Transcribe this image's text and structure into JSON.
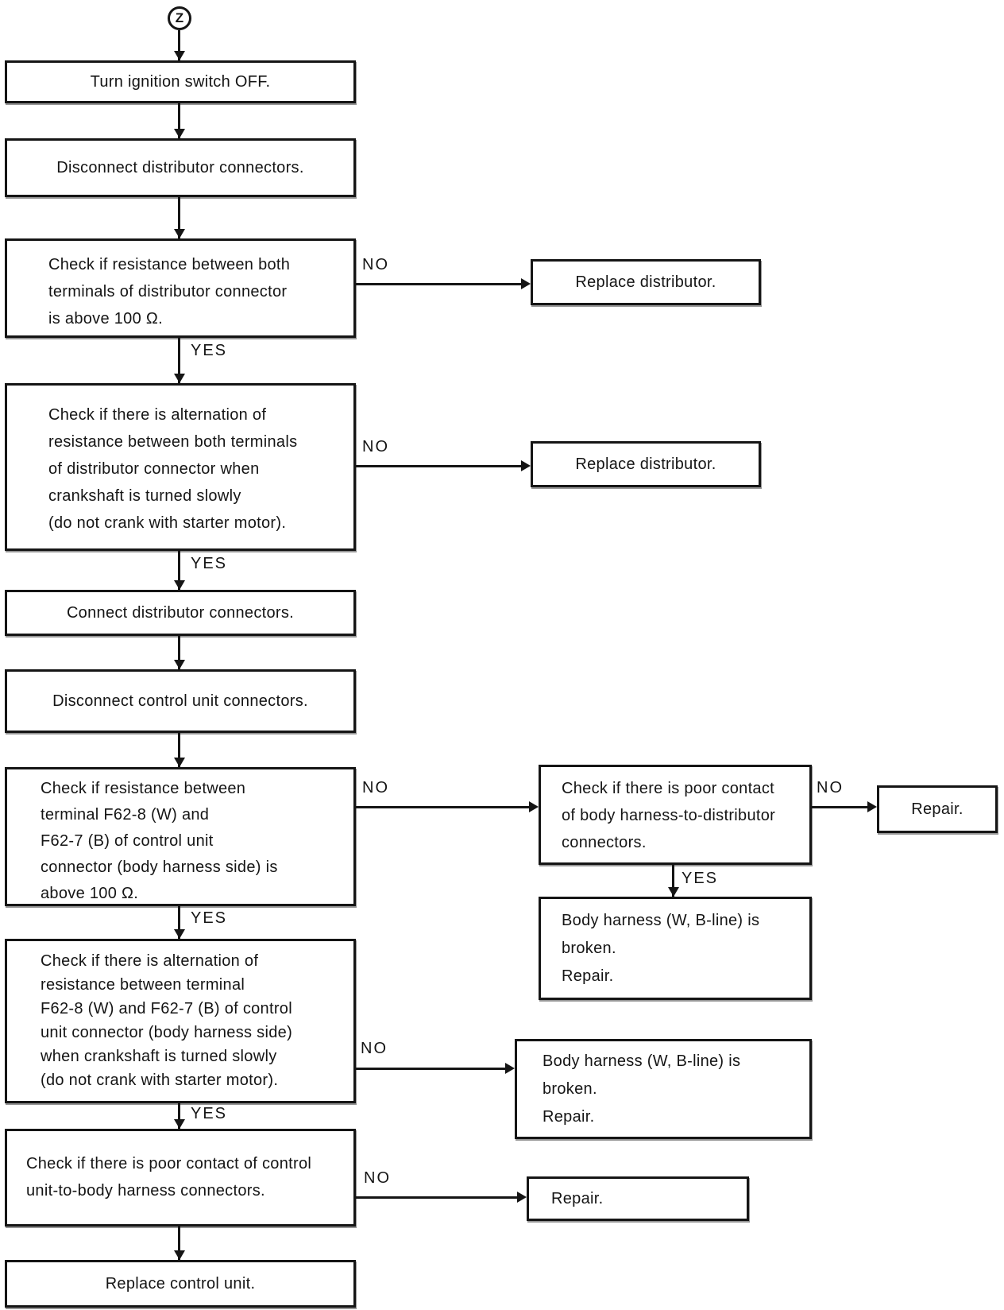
{
  "colors": {
    "ink": "#151515",
    "background": "#ffffff"
  },
  "diagram": {
    "connector": "Z",
    "labels": {
      "yes": "YES",
      "no": "NO"
    },
    "nodes": {
      "turn_ignition": "Turn ignition switch OFF.",
      "disconnect_distributor": "Disconnect distributor connectors.",
      "check_resistance_distributor": "Check if resistance between both\nterminals of distributor connector\nis above 100 Ω.",
      "replace_distributor_1": "Replace distributor.",
      "check_alternation_distributor": "Check if there is alternation of\nresistance between both terminals\nof distributor connector when\ncrankshaft is turned slowly\n(do not crank with starter motor).",
      "replace_distributor_2": "Replace distributor.",
      "connect_distributor": "Connect distributor connectors.",
      "disconnect_control_unit": "Disconnect control unit connectors.",
      "check_resistance_control_unit": "Check if resistance between\nterminal F62-8 (W) and\nF62-7 (B) of control unit\nconnector (body harness side) is\nabove 100 Ω.",
      "check_poor_contact_body_harness": "Check if there is poor contact\nof body harness-to-distributor\nconnectors.",
      "repair_1": "Repair.",
      "body_harness_broken_1": "Body harness (W, B-line) is\nbroken.\nRepair.",
      "check_alternation_control_unit": "Check if there is alternation of\nresistance between terminal\nF62-8 (W) and F62-7 (B) of control\nunit connector (body harness side)\nwhen crankshaft is turned slowly\n(do not crank with starter motor).",
      "body_harness_broken_2": "Body harness (W, B-line) is\nbroken.\nRepair.",
      "check_poor_contact_control_unit": "Check if there is poor contact of control\nunit-to-body harness connectors.",
      "repair_2": "Repair.",
      "replace_control_unit": "Replace control unit."
    }
  }
}
